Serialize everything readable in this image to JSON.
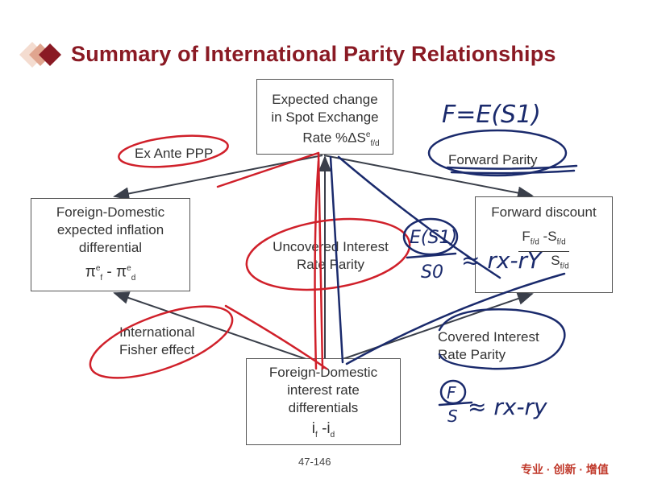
{
  "title": "Summary of International Parity Relationships",
  "boxes": {
    "top": {
      "line1": "Expected change",
      "line2": "in Spot Exchange",
      "line3": "Rate %ΔS",
      "sup": "e",
      "sub": "f/d"
    },
    "left": {
      "line1": "Foreign-Domestic",
      "line2": "expected inflation",
      "line3": "differential",
      "formula": "π",
      "sup1": "e",
      "sub1": "f",
      "mid": " - π",
      "sup2": "e",
      "sub2": "d"
    },
    "right": {
      "line1": "Forward discount",
      "f": "F",
      "fsub": "f/d",
      "minus": " -S",
      "ssub": "f/d",
      "denom": "S",
      "dsub": "f/d"
    },
    "bottom": {
      "line1": "Foreign-Domestic",
      "line2": "interest rate",
      "line3": "differentials",
      "i1": "i",
      "i1sub": "f",
      "minus": " -i",
      "i2sub": "d"
    }
  },
  "labels": {
    "ex_ante": "Ex Ante PPP",
    "uip_line1": "Uncovered Interest",
    "uip_line2": "Rate Parity",
    "fisher_line1": "International",
    "fisher_line2": "Fisher effect",
    "forward_parity": "Forward Parity",
    "cip_line1": "Covered Interest",
    "cip_line2": "Rate Parity"
  },
  "handwriting": {
    "fwd_eq": "F=E(S1)",
    "uip_num": "E(S1)",
    "uip_den": "S0",
    "uip_rhs": "≈ rx-rY",
    "cip_num": "F",
    "cip_den": "S",
    "cip_rhs": "≈ rx-ry"
  },
  "footer": {
    "page": "47-146",
    "slogan": "专业 · 创新 · 增值"
  },
  "colors": {
    "title": "#8a1a24",
    "ink_red": "#d0202a",
    "ink_navy": "#1a2a6c",
    "arrow": "#3a3f4a"
  }
}
